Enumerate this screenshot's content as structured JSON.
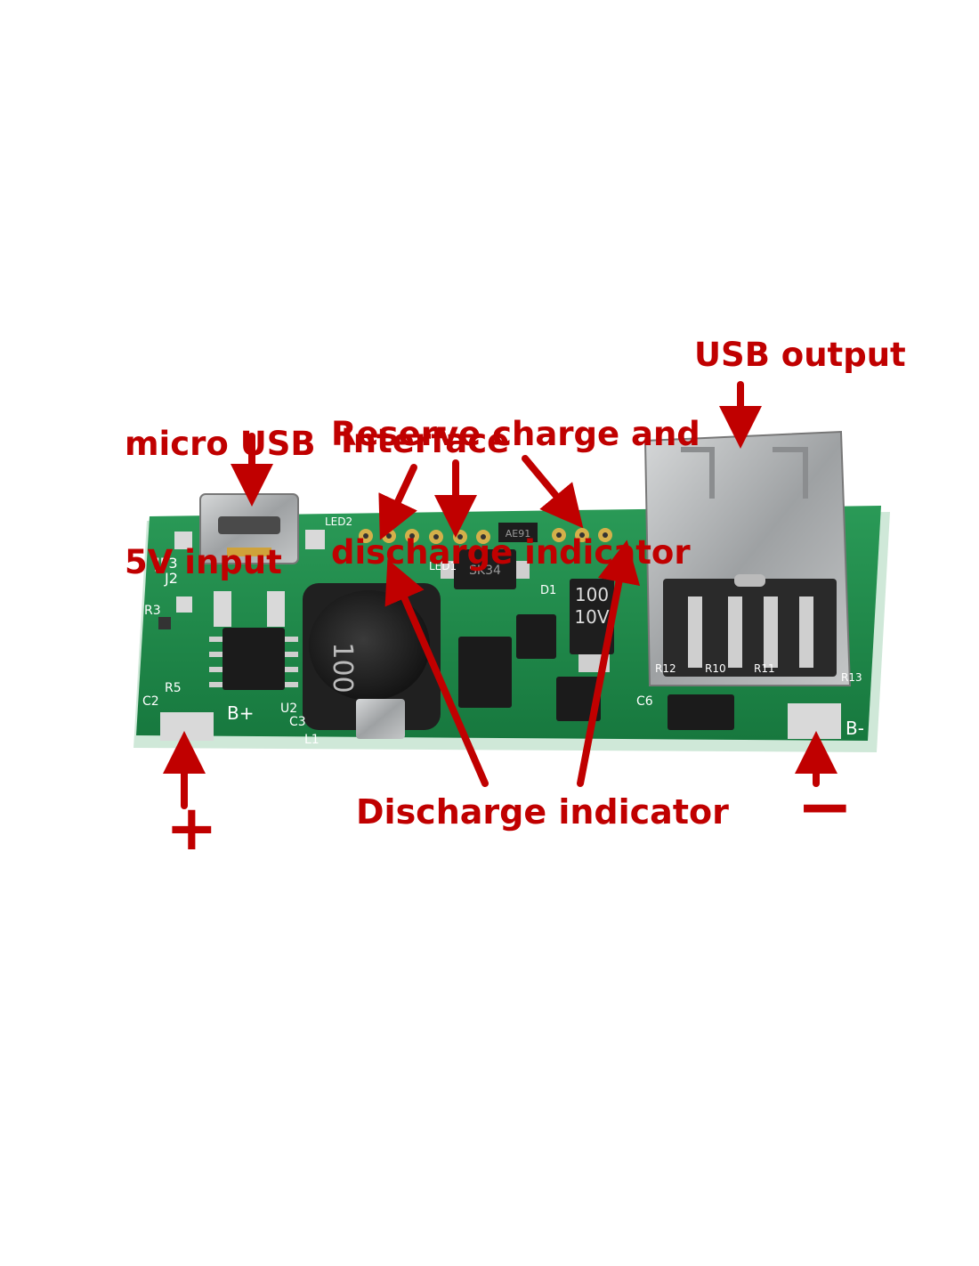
{
  "colors": {
    "background": "#ffffff",
    "label_red": "#c00000",
    "pcb_green": "#1f8a4a",
    "pcb_edge": "#cfe8d8",
    "metal": "#a9abac"
  },
  "annotations": {
    "usb_input_line1": "micro USB",
    "usb_input_line2": "5V input",
    "reserve_line1": "Reserve charge and",
    "reserve_line2": "discharge indicator",
    "interface": "Interface",
    "usb_output": "USB output",
    "discharge_indicator": "Discharge indicator",
    "plus": "+",
    "minus": "−"
  },
  "board_markings": {
    "inductor": "100",
    "capacitor_line1": "100",
    "capacitor_line2": "10V",
    "led1": "LED1",
    "led2": "LED2",
    "b_plus": "B+",
    "b_minus": "B-",
    "jp3": "JP3",
    "j2": "J2",
    "r3": "R3",
    "r5": "R5",
    "c2": "C2",
    "u2": "U2",
    "c3": "C3",
    "l1": "L1",
    "d1": "D1",
    "r12": "R12",
    "r10": "R10",
    "r11": "R11",
    "r13": "R13",
    "c6": "C6",
    "sk34": "SK34",
    "ae91": "AE91"
  },
  "icons": [
    "arrow-usb-input-icon",
    "arrow-interface-left-icon",
    "arrow-interface-mid-icon",
    "arrow-interface-right-icon",
    "arrow-usb-output-icon",
    "arrow-discharge-left-icon",
    "arrow-discharge-right-icon",
    "arrow-plus-icon",
    "arrow-minus-icon"
  ]
}
